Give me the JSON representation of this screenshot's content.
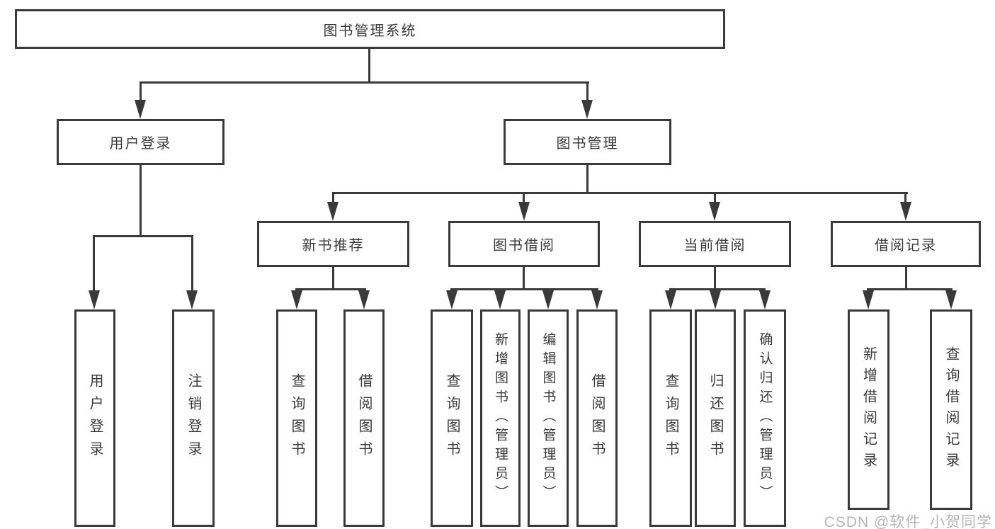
{
  "tree": {
    "root": {
      "label": "图书管理系统"
    },
    "branches": [
      {
        "label": "用户登录",
        "children": [
          {
            "label": "用户登录"
          },
          {
            "label": "注销登录"
          }
        ]
      },
      {
        "label": "图书管理",
        "children": [
          {
            "label": "新书推荐",
            "children": [
              {
                "label": "查询图书"
              },
              {
                "label": "借阅图书"
              }
            ]
          },
          {
            "label": "图书借阅",
            "children": [
              {
                "label": "查询图书"
              },
              {
                "label": "新增图书（管理员）"
              },
              {
                "label": "编辑图书（管理员）"
              },
              {
                "label": "借阅图书"
              }
            ]
          },
          {
            "label": "当前借阅",
            "children": [
              {
                "label": "查询图书"
              },
              {
                "label": "归还图书"
              },
              {
                "label": "确认归还（管理员）"
              }
            ]
          },
          {
            "label": "借阅记录",
            "children": [
              {
                "label": "新增借阅记录"
              },
              {
                "label": "查询借阅记录"
              }
            ]
          }
        ]
      }
    ]
  },
  "watermark": "CSDN @软件_小贺同学",
  "colors": {
    "line": "#3a3a3a",
    "text": "#3a3a3a",
    "watermark": "#b5b5b5",
    "background": "#ffffff"
  }
}
